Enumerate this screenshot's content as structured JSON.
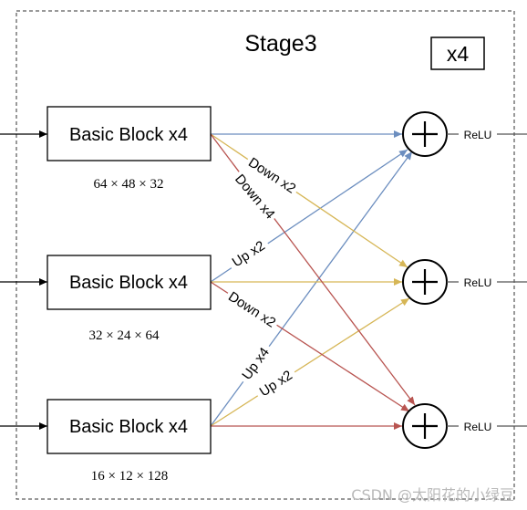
{
  "title": "Stage3",
  "repeat_badge": "x4",
  "blocks": [
    {
      "label": "Basic Block x4",
      "dims": "64 × 48 × 32"
    },
    {
      "label": "Basic Block x4",
      "dims": "32 × 24 × 64"
    },
    {
      "label": "Basic Block x4",
      "dims": "16 × 12 × 128"
    }
  ],
  "activation_label": "ReLU",
  "edge_labels": {
    "b1_down_x2": "Down x2",
    "b1_down_x4": "Down x4",
    "b2_up_x2": "Up x2",
    "b2_down_x2": "Down x2",
    "b3_up_x4": "Up x4",
    "b3_up_x2": "Up x2"
  },
  "colors": {
    "to_sum1": "#6c8ebf",
    "to_sum2": "#d6b656",
    "to_sum3": "#b85450",
    "stroke": "#000000"
  },
  "watermark": "CSDN @太阳花的小绿豆"
}
